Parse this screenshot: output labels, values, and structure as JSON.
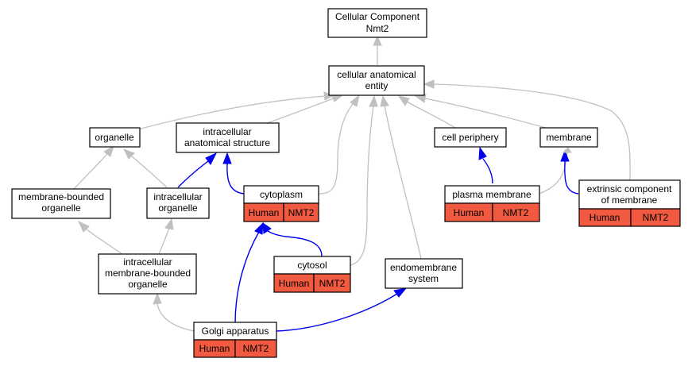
{
  "colors": {
    "edge_is_a": "#c0c0c0",
    "edge_part_of": "#0000ee",
    "annotation_fill": "#f15a40",
    "node_fill": "#ffffff",
    "node_border": "#000000"
  },
  "nodes": {
    "root": {
      "line1": "Cellular Component",
      "line2": "Nmt2"
    },
    "cellular_anatomical_entity": {
      "line1": "cellular anatomical",
      "line2": "entity"
    },
    "organelle": {
      "line1": "organelle"
    },
    "intracellular_anatomical_structure": {
      "line1": "intracellular",
      "line2": "anatomical structure"
    },
    "cell_periphery": {
      "line1": "cell periphery"
    },
    "membrane": {
      "line1": "membrane"
    },
    "membrane_bounded_organelle": {
      "line1": "membrane-bounded",
      "line2": "organelle"
    },
    "intracellular_organelle": {
      "line1": "intracellular",
      "line2": "organelle"
    },
    "cytoplasm": {
      "line1": "cytoplasm",
      "species": "Human",
      "gene": "NMT2"
    },
    "plasma_membrane": {
      "line1": "plasma membrane",
      "species": "Human",
      "gene": "NMT2"
    },
    "extrinsic_component_of_membrane": {
      "line1": "extrinsic component",
      "line2": "of membrane",
      "species": "Human",
      "gene": "NMT2"
    },
    "intracellular_membrane_bounded_organelle": {
      "line1": "intracellular",
      "line2": "membrane-bounded",
      "line3": "organelle"
    },
    "cytosol": {
      "line1": "cytosol",
      "species": "Human",
      "gene": "NMT2"
    },
    "endomembrane_system": {
      "line1": "endomembrane",
      "line2": "system"
    },
    "golgi_apparatus": {
      "line1": "Golgi apparatus",
      "species": "Human",
      "gene": "NMT2"
    }
  }
}
